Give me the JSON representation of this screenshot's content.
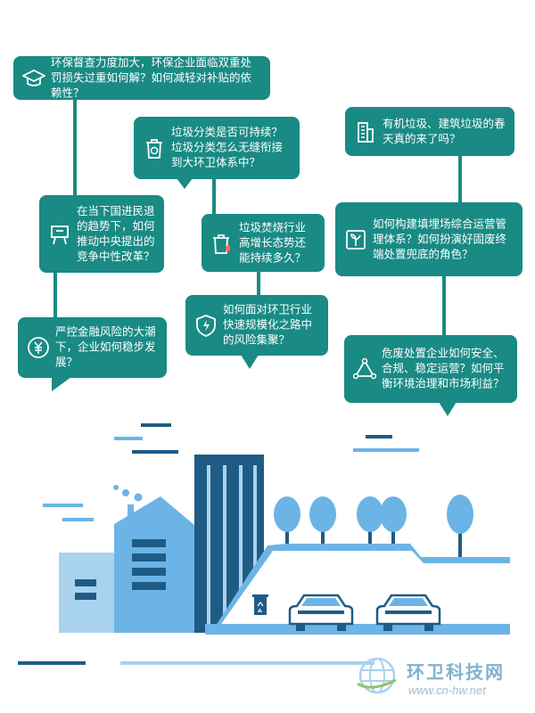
{
  "questions": [
    {
      "text": "环保督查力度加大，环保企业面临双重处罚损失过重如何解？如何减轻对补贴的依赖性？",
      "icon": "graduation-cap-icon"
    },
    {
      "text": "垃圾分类是否可持续？垃圾分类怎么无缝衔接到大环卫体系中？",
      "icon": "recycle-bin-icon"
    },
    {
      "text": "有机垃圾、建筑垃圾的春天真的来了吗？",
      "icon": "building-icon"
    },
    {
      "text": "在当下国进民退的趋势下，如何推动中央提出的竞争中性改革？",
      "icon": "signboard-icon"
    },
    {
      "text": "垃圾焚烧行业高增长态势还能持续多久？",
      "icon": "fire-bin-icon"
    },
    {
      "text": "如何构建填埋场综合运营管理体系？如何扮演好固废终端处置兜底的角色？",
      "icon": "sprout-icon"
    },
    {
      "text": "如何面对环卫行业快速规模化之路中的风险集聚？",
      "icon": "shield-lightning-icon"
    },
    {
      "text": "严控金融风险的大潮下，企业如何稳步发展？",
      "icon": "yuan-coin-icon"
    },
    {
      "text": "危废处置企业如何安全、合规、稳定运营？如何平衡环境治理和市场利益？",
      "icon": "triangle-nodes-icon"
    }
  ],
  "watermark": {
    "name": "环卫科技网",
    "url": "www.cn-hw.net"
  },
  "colors": {
    "teal": "#198a84",
    "navy": "#1e5c85",
    "sky": "#6cb4e6",
    "pale": "#a9d2ef"
  }
}
